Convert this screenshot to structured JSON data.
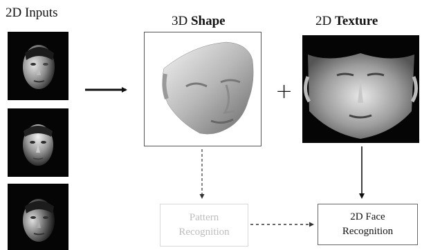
{
  "labels": {
    "inputs": "2D Inputs",
    "shape_prefix": "3D ",
    "shape_bold": "Shape",
    "texture_prefix": "2D ",
    "texture_bold": "Texture",
    "plus": "+"
  },
  "boxes": {
    "pattern_line1": "Pattern",
    "pattern_line2": "Recognition",
    "face_line1": "2D Face",
    "face_line2": "Recognition"
  },
  "icons": [
    "face-photo-icon",
    "3d-face-mesh-icon",
    "texture-map-icon",
    "arrow-icon"
  ]
}
